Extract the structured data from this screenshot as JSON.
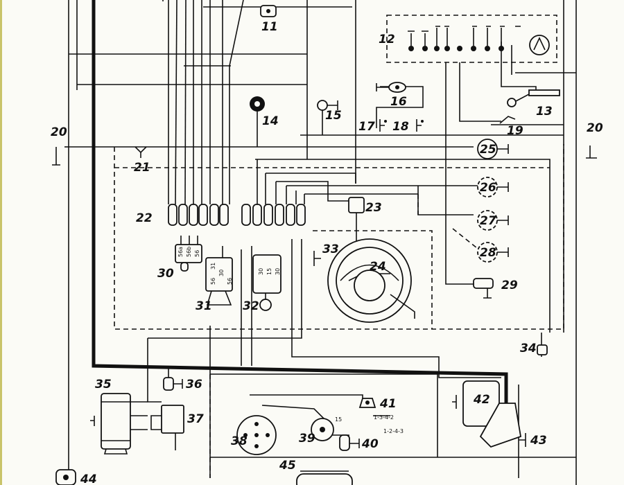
{
  "diagram": {
    "component_labels": {
      "l11": "11",
      "l12": "12",
      "l13": "13",
      "l14": "14",
      "l15": "15",
      "l16": "16",
      "l17": "17",
      "l18": "18",
      "l19": "19",
      "l20a": "20",
      "l20b": "20",
      "l21": "21",
      "l22": "22",
      "l23": "23",
      "l24": "24",
      "l25": "25",
      "l26": "26",
      "l27": "27",
      "l28": "28",
      "l29": "29",
      "l30": "30",
      "l31": "31",
      "l32": "32",
      "l33": "33",
      "l34": "34",
      "l35": "35",
      "l36": "36",
      "l37": "37",
      "l38": "38",
      "l39": "39",
      "l40": "40",
      "l41": "41",
      "l42": "42",
      "l43": "43",
      "l44": "44",
      "l45": "45"
    },
    "terminal_labels": {
      "t30a": "56a",
      "t30b": "56b",
      "t30c": "56",
      "t31a": "31",
      "t31b": "30",
      "t31c": "56",
      "t31d": "56",
      "t32a": "30",
      "t32b": "15",
      "t32c": "30",
      "firing_order_1": "1-3-4-2",
      "firing_order_2": "1-2-4-3",
      "t39": "15"
    }
  }
}
